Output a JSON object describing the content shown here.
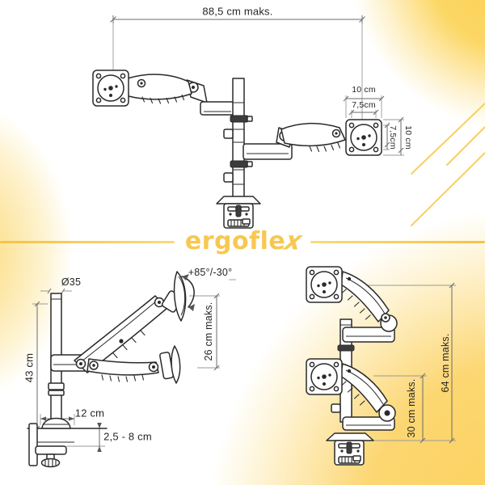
{
  "brand": {
    "logo_prefix": "ergofle",
    "logo_suffix": "x"
  },
  "colors": {
    "accent_yellow": "#f7c851",
    "line_ink": "#2a2a2a",
    "dim_line": "#6b6b6b"
  },
  "top_view": {
    "max_width": "88,5 cm maks.",
    "vesa_width": "10 cm",
    "vesa_hole_spacing_width": "7,5cm",
    "vesa_height": "10 cm",
    "vesa_hole_spacing_height": "7,5cm"
  },
  "side_view": {
    "pole_diameter": "Ø35",
    "pole_height": "43 cm",
    "tilt_range": "+85°/-30°",
    "height_adjustment_max": "26 cm maks.",
    "base_width": "12 cm",
    "clamp_range": "2,5 - 8 cm"
  },
  "stacked_view": {
    "lower_arm_height_max": "30 cm maks.",
    "total_height_max": "64 cm maks."
  }
}
